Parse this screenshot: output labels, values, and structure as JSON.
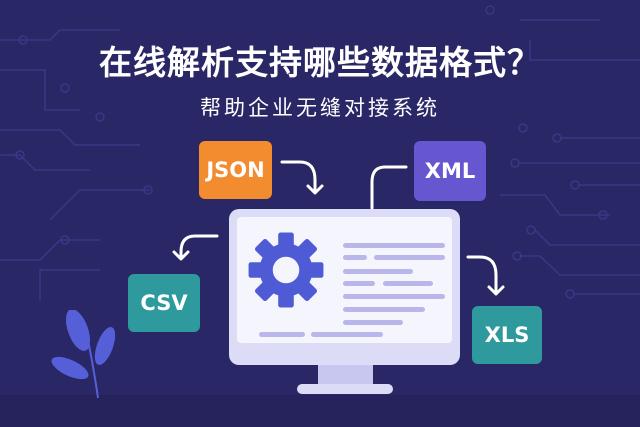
{
  "header": {
    "title": "在线解析支持哪些数据格式？",
    "subtitle": "帮助企业无缝对接系统"
  },
  "formats": [
    {
      "label": "JSON",
      "color": "#f38b2f"
    },
    {
      "label": "XML",
      "color": "#6656cf"
    },
    {
      "label": "CSV",
      "color": "#2e9a9e"
    },
    {
      "label": "XLS",
      "color": "#2e9a9e"
    }
  ],
  "icons": {
    "center": "gear-icon",
    "device": "monitor-icon",
    "decor": "leaf-plant-icon"
  },
  "colors": {
    "background": "#2a2766",
    "gear": "#4f5bd5",
    "screen": "#f5f5fd"
  }
}
